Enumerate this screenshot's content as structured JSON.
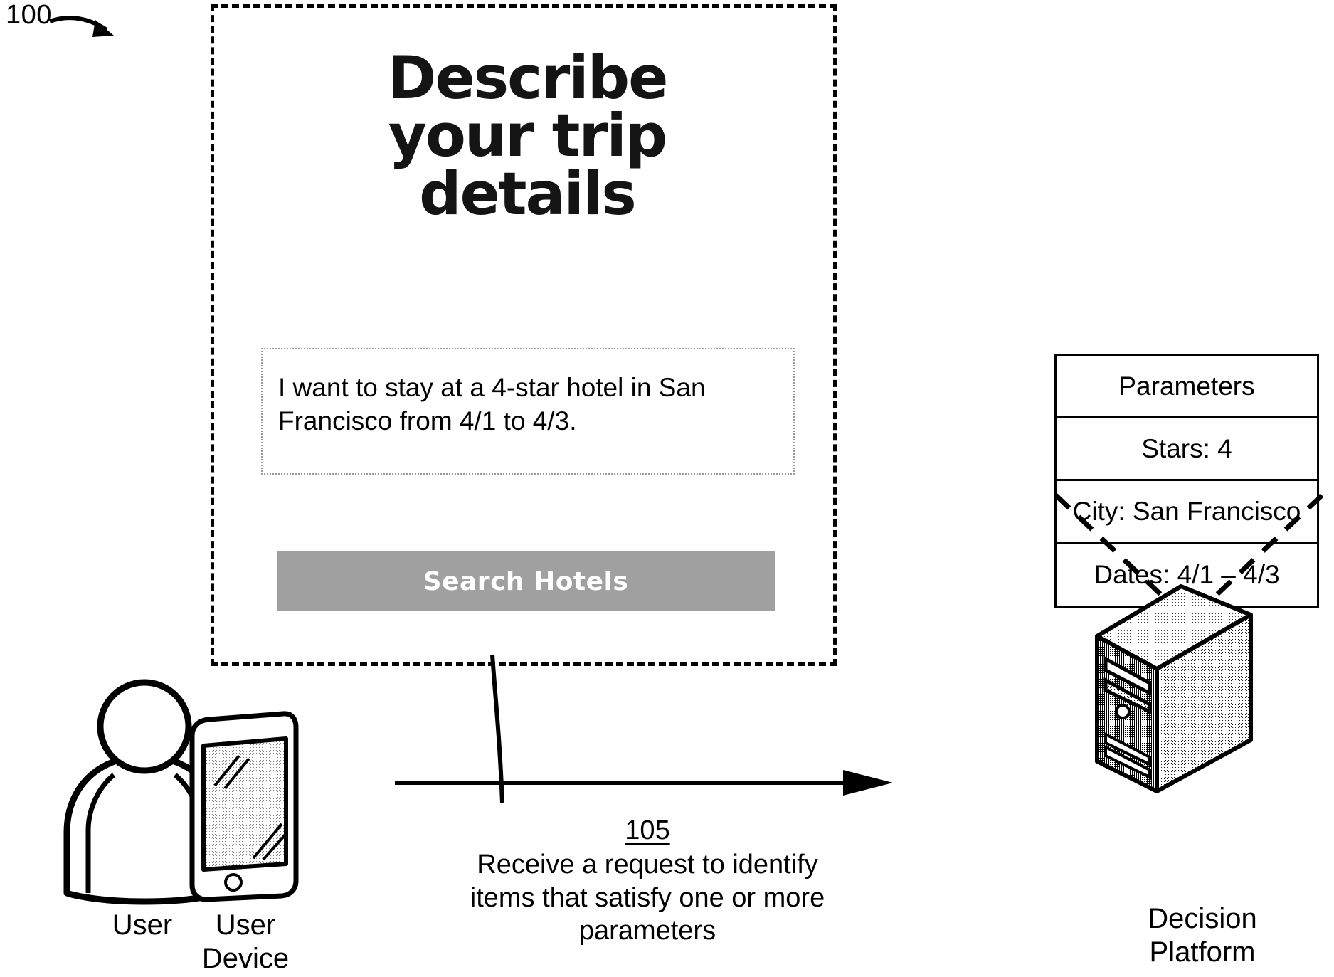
{
  "figure": {
    "number": "100"
  },
  "mockup": {
    "heading_lines": [
      "Describe",
      "your trip",
      "details"
    ],
    "input": {
      "lines": [
        "I want to stay at a 4-star hotel in San",
        "Francisco from 4/1 to 4/3."
      ],
      "value": "I want to stay at a 4-star hotel in San Francisco from 4/1 to 4/3.",
      "placeholder": "Describe your trip details"
    },
    "search_button_label": "Search Hotels",
    "button_color": "#a0a0a0",
    "button_text_color": "#ffffff"
  },
  "actors": {
    "user": {
      "label_lines": [
        "User"
      ],
      "icon": "person-icon"
    },
    "user_device": {
      "label_lines": [
        "User",
        "Device"
      ],
      "icon": "tablet-icon"
    },
    "decision_platform": {
      "label_lines": [
        "Decision",
        "Platform"
      ],
      "icon": "computer-tower-icon"
    }
  },
  "flow": {
    "step_ref": "105",
    "caption_lines": [
      "Receive a request to identify",
      "items that satisfy one or more",
      "parameters"
    ],
    "arrow_direction": "right"
  },
  "parameters_table": {
    "header": "Parameters",
    "rows": [
      "Stars: 4",
      "City: San Francisco",
      "Dates: 4/1 – 4/3"
    ]
  }
}
